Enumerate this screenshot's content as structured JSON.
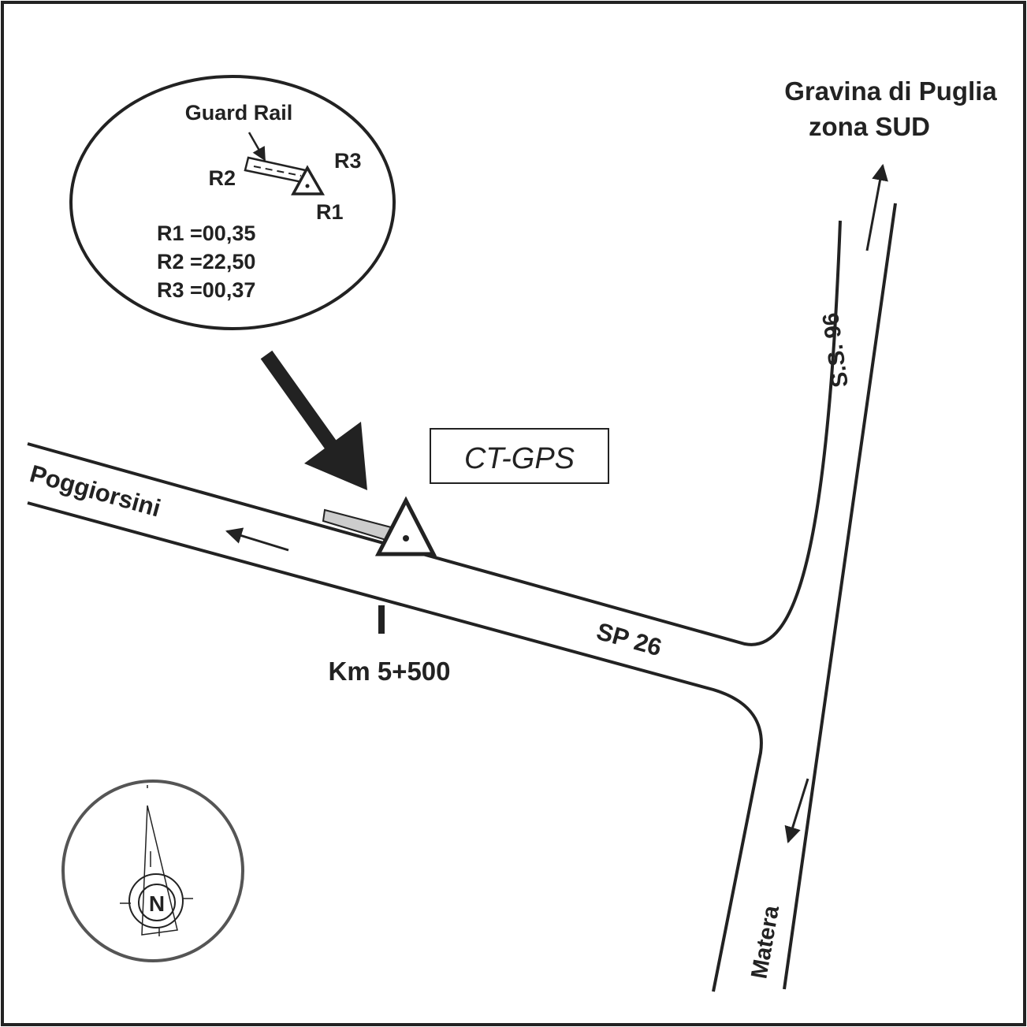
{
  "destinations": {
    "north_east_line1": "Gravina di Puglia",
    "north_east_line2": "zona SUD",
    "west": "Poggiorsini",
    "south": "Matera"
  },
  "roads": {
    "provincial": "SP 26",
    "state": "S.S. 96"
  },
  "station": {
    "label": "CT-GPS",
    "km": "Km 5+500"
  },
  "inset": {
    "feature": "Guard Rail",
    "refs": {
      "r1": "R1",
      "r2": "R2",
      "r3": "R3"
    },
    "measurements": [
      "R1 =00,35",
      "R2 =22,50",
      "R3 =00,37"
    ]
  },
  "compass": {
    "north": "N"
  },
  "colors": {
    "ink": "#222222",
    "frame": "#555555",
    "guard_rail": "#cccccc"
  }
}
